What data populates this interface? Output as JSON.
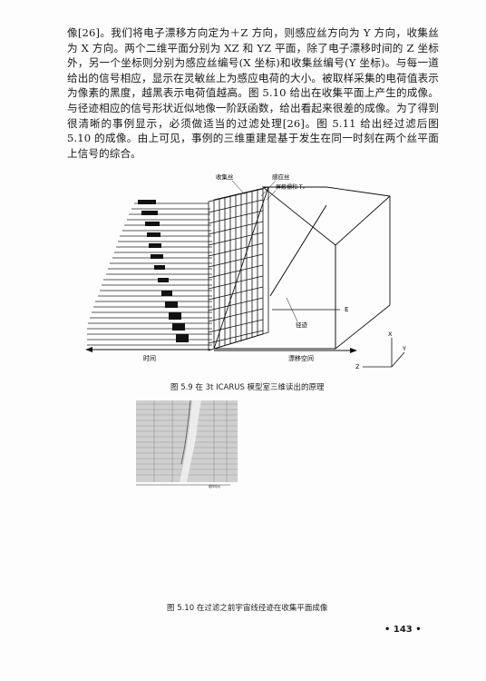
{
  "paragraph": "像[26]。我们将电子漂移方向定为＋Z 方向，则感应丝方向为 Y 方向，收集丝为 X 方向。两个二维平面分别为 XZ 和 YZ 平面，除了电子漂移时间的 Z 坐标外，另一个坐标则分别为感应丝编号(X 坐标)和收集丝编号(Y 坐标)。与每一道给出的信号相应，显示在灵敏丝上为感应电荷的大小。被取样采集的电荷值表示为像素的黑度，越黑表示电荷值越高。图 5.10 给出在收集平面上产生的成像。与径迹相应的信号形状近似地像一阶跃函数，给出看起来很差的成像。为了得到很清晰的事例显示，必须做适当的过滤处理[26]。图 5.11 给出经过滤后图 5.10 的成像。由上可见，事例的三维重建是基于发生在同一时刻在两个丝平面上信号的综合。",
  "figure_5_9": {
    "labels": {
      "collection_wire": "收集丝",
      "induction_wire": "感应丝",
      "screen_grid": "屏蔽栅和 T₀",
      "track": "径迹",
      "e_field": "E",
      "time": "时间",
      "drift_space": "漂移空间",
      "axis_x": "X",
      "axis_y": "Y",
      "axis_z": "Z"
    },
    "caption": "图 5.9  在 3t ICARUS 模型室三维读出的原理"
  },
  "figure_5_10": {
    "scale_label": "取样时间",
    "caption": "图 5.10  在过滤之前宇宙线径迹在收集平面成像"
  },
  "page_number": "• 143 •"
}
